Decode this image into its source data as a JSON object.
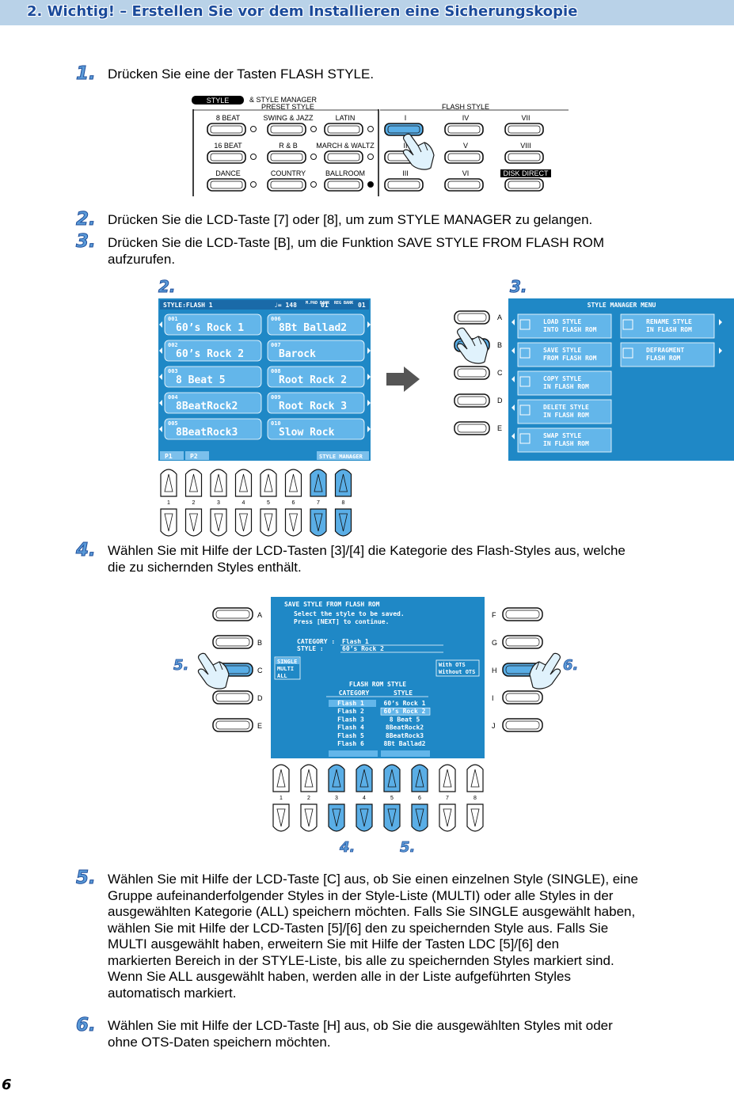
{
  "header": {
    "title": "2. Wichtig! – Erstellen Sie vor dem Installieren eine Sicherungskopie"
  },
  "steps": [
    {
      "num": "1.",
      "lines": [
        "Drücken Sie eine der Tasten FLASH STYLE."
      ]
    },
    {
      "num": "2.",
      "lines": [
        "Drücken Sie die LCD-Taste [7] oder [8], um zum STYLE MANAGER zu gelangen."
      ]
    },
    {
      "num": "3.",
      "lines": [
        "Drücken Sie die LCD-Taste [B], um die Funktion SAVE STYLE FROM FLASH ROM",
        "aufzurufen."
      ]
    },
    {
      "num": "4.",
      "lines": [
        "Wählen Sie mit Hilfe der LCD-Tasten [3]/[4] die Kategorie des Flash-Styles aus, welche",
        "die zu sichernden Styles enthält."
      ]
    },
    {
      "num": "5.",
      "lines": [
        "Wählen Sie mit Hilfe der LCD-Taste [C] aus, ob Sie einen einzelnen Style (SINGLE), eine",
        "Gruppe aufeinanderfolgender Styles in der Style-Liste (MULTI) oder alle Styles in der",
        "ausgewählten Kategorie (ALL) speichern möchten. Falls Sie SINGLE ausgewählt haben,",
        "wählen Sie mit Hilfe der LCD-Tasten [5]/[6] den zu speichernden Style aus. Falls Sie",
        "MULTI ausgewählt haben, erweitern Sie mit Hilfe der Tasten LDC [5]/[6] den",
        "markierten Bereich in der STYLE-Liste, bis alle zu speichernden Styles markiert sind.",
        "Wenn Sie ALL ausgewählt haben, werden alle in der Liste aufgeführten Styles",
        "automatisch markiert."
      ]
    },
    {
      "num": "6.",
      "lines": [
        "Wählen Sie mit Hilfe der LCD-Taste [H] aus, ob Sie die ausgewählten Styles mit oder",
        "ohne OTS-Daten speichern möchten."
      ]
    }
  ],
  "panel": {
    "style_tag": "STYLE",
    "manager_tag": "& STYLE  MANAGER",
    "preset_label": "PRESET  STYLE",
    "flash_label": "FLASH  STYLE",
    "rows": [
      [
        "8  BEAT",
        "SWING & JAZZ",
        "LATIN",
        "I",
        "IV",
        "VII"
      ],
      [
        "16  BEAT",
        "R  &  B",
        "MARCH & WALTZ",
        "II",
        "V",
        "VIII"
      ],
      [
        "DANCE",
        "COUNTRY",
        "BALLROOM",
        "III",
        "VI",
        "DISK DIRECT"
      ]
    ]
  },
  "fig2": {
    "label": "2.",
    "header": "STYLE:FLASH 1",
    "tempo": "♩= 148",
    "m1": "M.PAD BANK",
    "bank_val": "01",
    "m2": "REG BANK",
    "reg_val": "01",
    "styles": [
      {
        "no": "001",
        "name": "60’s Rock 1"
      },
      {
        "no": "002",
        "name": "60’s Rock 2"
      },
      {
        "no": "003",
        "name": "8 Beat 5"
      },
      {
        "no": "004",
        "name": "8BeatRock2"
      },
      {
        "no": "005",
        "name": "8BeatRock3"
      },
      {
        "no": "006",
        "name": "8Bt Ballad2"
      },
      {
        "no": "007",
        "name": "Barock"
      },
      {
        "no": "008",
        "name": "Root Rock 2"
      },
      {
        "no": "009",
        "name": "Root Rock 3"
      },
      {
        "no": "010",
        "name": "Slow Rock"
      }
    ],
    "page1": "P1",
    "page2": "P2",
    "manager_btn": "STYLE MANAGER",
    "buttons": [
      "1",
      "2",
      "3",
      "4",
      "5",
      "6",
      "7",
      "8"
    ]
  },
  "fig3": {
    "label": "3.",
    "title": "STYLE MANAGER MENU",
    "side_keys": [
      "A",
      "B",
      "C",
      "D",
      "E"
    ],
    "items_left": [
      [
        "LOAD STYLE",
        "INTO FLASH ROM"
      ],
      [
        "SAVE STYLE",
        "FROM FLASH ROM"
      ],
      [
        "COPY STYLE",
        "IN FLASH ROM"
      ],
      [
        "DELETE STYLE",
        "IN FLASH ROM"
      ],
      [
        "SWAP STYLE",
        "IN FLASH ROM"
      ]
    ],
    "items_right": [
      [
        "RENAME STYLE",
        "IN FLASH ROM"
      ],
      [
        "DEFRAGMENT",
        "FLASH ROM"
      ]
    ]
  },
  "fig4": {
    "title": "SAVE STYLE FROM FLASH ROM",
    "instr1": "Select the style to be saved.",
    "instr2": "Press [NEXT] to continue.",
    "cat_label": "CATEGORY :",
    "cat_val": "Flash 1",
    "style_label": "STYLE      :",
    "style_val": "60’s Rock 2",
    "mode_opts": [
      "SINGLE",
      "MULTI",
      "ALL"
    ],
    "ots_opts": [
      "With OTS",
      "Without OTS"
    ],
    "list_title": "FLASH ROM STYLE",
    "col_cat": "CATEGORY",
    "col_style": "STYLE",
    "categories": [
      "Flash 1",
      "Flash 2",
      "Flash 3",
      "Flash 4",
      "Flash 5",
      "Flash 6"
    ],
    "styles": [
      "60’s Rock 1",
      "60’s Rock 2",
      "8 Beat 5",
      "8BeatRock2",
      "8BeatRock3",
      "8Bt Ballad2"
    ],
    "left_keys": [
      "A",
      "B",
      "C",
      "D",
      "E"
    ],
    "right_keys": [
      "F",
      "G",
      "H",
      "I",
      "J"
    ],
    "buttons": [
      "1",
      "2",
      "3",
      "4",
      "5",
      "6",
      "7",
      "8"
    ],
    "callout_left": "5.",
    "callout_right": "6.",
    "callout_b1": "4.",
    "callout_b2": "5."
  },
  "page_number": "6",
  "colors": {
    "accent": "#1f88c6",
    "highlight": "#5aaee6",
    "header_bg": "#b9d2e8",
    "lcd": "#1f88c6"
  }
}
